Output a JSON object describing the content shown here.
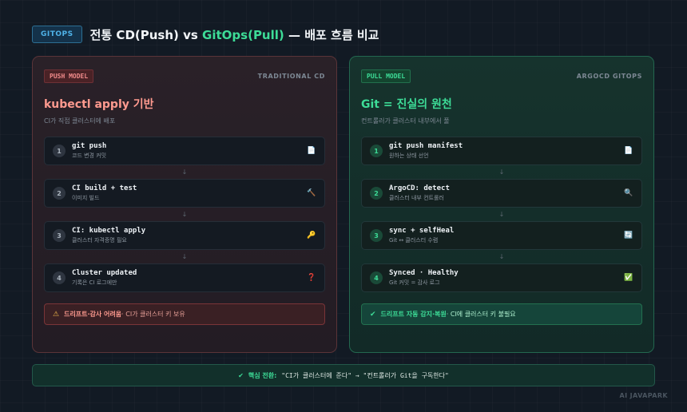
{
  "header": {
    "tag": "GITOPS",
    "title_prefix": "전통 CD(Push) vs ",
    "title_highlight": "GitOps(Pull)",
    "title_suffix": " — 배포 흐름 비교"
  },
  "push": {
    "badge": "PUSH MODEL",
    "side_label": "TRADITIONAL CD",
    "heading": "kubectl apply 기반",
    "sub": "CI가 직접 클러스터에 배포",
    "steps": [
      {
        "num": "1",
        "title": "git push",
        "desc": "코드 변경 커밋",
        "icon": "📄"
      },
      {
        "num": "2",
        "title": "CI build + test",
        "desc": "이미지 빌드",
        "icon": "🔨"
      },
      {
        "num": "3",
        "title": "CI: kubectl apply",
        "desc": "클러스터 자격증명 필요",
        "icon": "🔑"
      },
      {
        "num": "4",
        "title": "Cluster updated",
        "desc": "기록은 CI 로그에만",
        "icon": "❓"
      }
    ],
    "warn_icon": "⚠",
    "warn_strong": "드리프트·감사 어려움",
    "warn_rest": " · CI가 클러스터 키 보유"
  },
  "pull": {
    "badge": "PULL MODEL",
    "side_label": "ARGOCD GITOPS",
    "heading": "Git = 진실의 원천",
    "sub": "컨트롤러가 클러스터 내부에서 풀",
    "steps": [
      {
        "num": "1",
        "title": "git push manifest",
        "desc": "원하는 상태 선언",
        "icon": "📄"
      },
      {
        "num": "2",
        "title": "ArgoCD: detect",
        "desc": "클러스터 내부 컨트롤러",
        "icon": "🔍"
      },
      {
        "num": "3",
        "title": "sync + selfHeal",
        "desc": "Git ↔ 클러스터 수렴",
        "icon": "🔄"
      },
      {
        "num": "4",
        "title": "Synced · Healthy",
        "desc": "Git 커밋 = 감사 로그",
        "icon": "✅"
      }
    ],
    "warn_icon": "✔",
    "warn_strong": "드리프트 자동 감지·복원",
    "warn_rest": " · CI에 클러스터 키 불필요"
  },
  "arrow_glyph": "↓",
  "bottom": {
    "check": "✔",
    "label": "핵심 전환:",
    "message": "\"CI가 클러스터에 준다\" → \"컨트롤러가 Git을 구독한다\""
  },
  "brand": "AI JAVAPARK",
  "colors": {
    "background": "#121a24",
    "push_accent": "#ff9a8f",
    "pull_accent": "#3ddc97",
    "tag_blue": "#4fb3e8"
  }
}
